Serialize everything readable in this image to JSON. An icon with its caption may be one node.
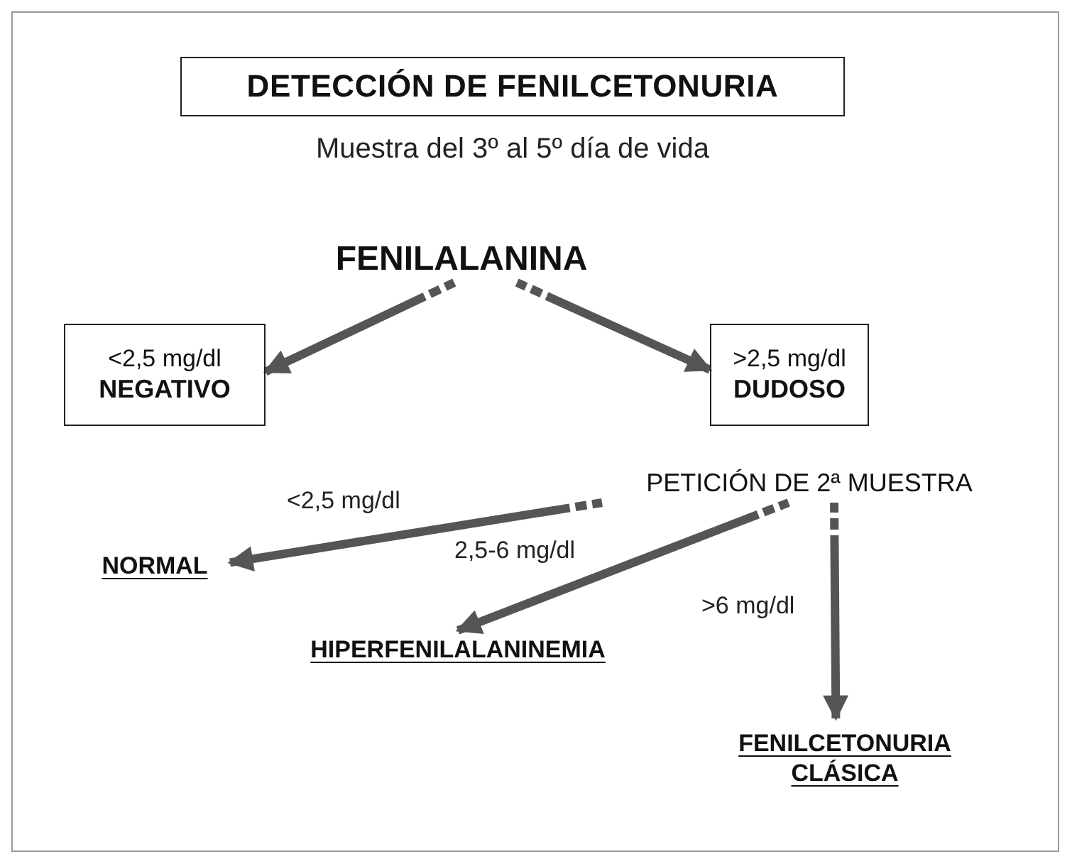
{
  "diagram": {
    "title": "DETECCIÓN DE FENILCETONURIA",
    "nodes": [
      {
        "text": [
          "FENILALANINA"
        ]
      },
      {
        "text": [
          "<2,5 mg/dl",
          "NEGATIVO"
        ]
      },
      {
        "text": [
          ">2,5 mg/dl",
          "DUDOSO"
        ]
      },
      {
        "text": [
          "PETICIÓN DE 2ª MUESTRA"
        ]
      },
      {
        "text": [
          "NORMAL"
        ]
      },
      {
        "text": [
          "HIPERFENILALANINEMIA"
        ]
      },
      {
        "text": [
          "FENILCETONURIA CLÁSICA"
        ]
      }
    ],
    "edges": [
      {
        "from": 0,
        "to": 1,
        "arrow": "to"
      },
      {
        "from": 0,
        "to": 2,
        "arrow": "to"
      },
      {
        "from": 3,
        "to": 4,
        "arrow": "to",
        "label": "<2,5 mg/dl"
      },
      {
        "from": 3,
        "to": 5,
        "arrow": "to",
        "label": "2,5-6 mg/dl"
      },
      {
        "from": 3,
        "to": 6,
        "arrow": "to",
        "label": ">6 mg/dl"
      }
    ],
    "labels": [
      "Muestra del 3º al 5º día de vida"
    ]
  }
}
